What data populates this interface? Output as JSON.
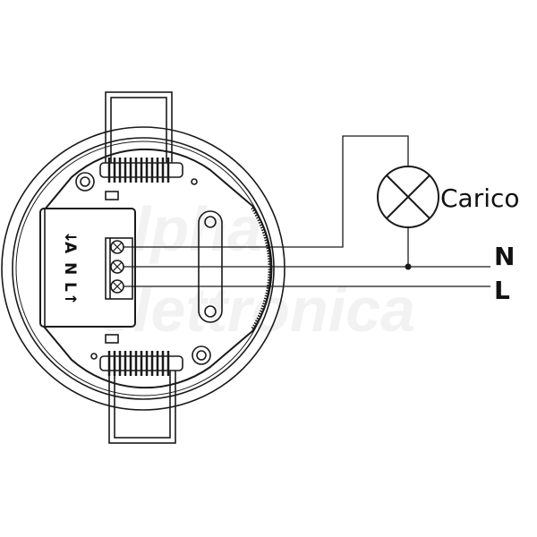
{
  "load_label": "Carico",
  "neutral_label": "N",
  "line_label": "L",
  "terminal_labels": [
    "A",
    "N",
    "L"
  ],
  "watermark": "alpha elettronica",
  "colors": {
    "line": "#1a1a1a",
    "background": "#ffffff",
    "watermark": "#efefef"
  }
}
